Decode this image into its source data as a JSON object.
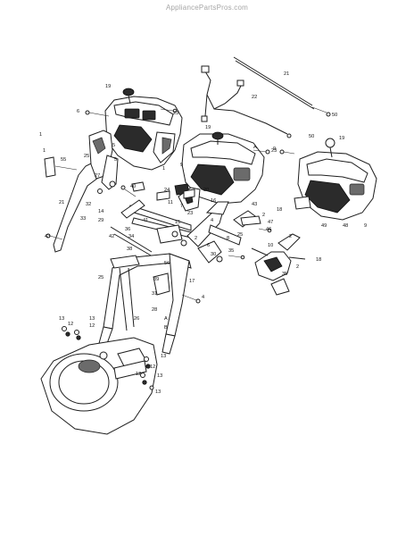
{
  "watermark": "AppliancePartsPros.com",
  "callouts": [
    {
      "key": "c1",
      "text": "1"
    },
    {
      "key": "c2",
      "text": "1"
    },
    {
      "key": "c3",
      "text": "1"
    },
    {
      "key": "c4",
      "text": "19"
    },
    {
      "key": "c5",
      "text": "6"
    },
    {
      "key": "c6",
      "text": "23"
    },
    {
      "key": "c7",
      "text": "21"
    },
    {
      "key": "c8",
      "text": "22"
    },
    {
      "key": "c9",
      "text": "50"
    },
    {
      "key": "c10",
      "text": "19"
    },
    {
      "key": "c11",
      "text": "50"
    },
    {
      "key": "c12",
      "text": "19"
    },
    {
      "key": "c13",
      "text": "55"
    },
    {
      "key": "c14",
      "text": "25"
    },
    {
      "key": "c15",
      "text": "5"
    },
    {
      "key": "c16",
      "text": "5"
    },
    {
      "key": "c17",
      "text": "27"
    },
    {
      "key": "c18",
      "text": "21"
    },
    {
      "key": "c19",
      "text": "33"
    },
    {
      "key": "c20",
      "text": "43"
    },
    {
      "key": "c21",
      "text": "32"
    },
    {
      "key": "c22",
      "text": "29"
    },
    {
      "key": "c23",
      "text": "14"
    },
    {
      "key": "c24",
      "text": "42"
    },
    {
      "key": "c25",
      "text": "40"
    },
    {
      "key": "c26",
      "text": "24"
    },
    {
      "key": "c27",
      "text": "11"
    },
    {
      "key": "c28",
      "text": "41"
    },
    {
      "key": "c29",
      "text": "36"
    },
    {
      "key": "c30",
      "text": "34"
    },
    {
      "key": "c31",
      "text": "38"
    },
    {
      "key": "c32",
      "text": "9"
    },
    {
      "key": "c33",
      "text": "20"
    },
    {
      "key": "c34",
      "text": "16"
    },
    {
      "key": "c35",
      "text": "23"
    },
    {
      "key": "c36",
      "text": "A"
    },
    {
      "key": "c37",
      "text": "9"
    },
    {
      "key": "c38",
      "text": "7"
    },
    {
      "key": "c39",
      "text": "23"
    },
    {
      "key": "c40",
      "text": "15"
    },
    {
      "key": "c41",
      "text": "4"
    },
    {
      "key": "c42",
      "text": "8"
    },
    {
      "key": "c43",
      "text": "2"
    },
    {
      "key": "c44",
      "text": "6"
    },
    {
      "key": "c45",
      "text": "30"
    },
    {
      "key": "c46",
      "text": "35"
    },
    {
      "key": "c47",
      "text": "25"
    },
    {
      "key": "c48",
      "text": "43"
    },
    {
      "key": "c49",
      "text": "2"
    },
    {
      "key": "c50",
      "text": "47"
    },
    {
      "key": "c51",
      "text": "46"
    },
    {
      "key": "c52",
      "text": "18"
    },
    {
      "key": "c53",
      "text": "2"
    },
    {
      "key": "c54",
      "text": "10"
    },
    {
      "key": "c55",
      "text": "18"
    },
    {
      "key": "c56",
      "text": "2"
    },
    {
      "key": "c57",
      "text": "35"
    },
    {
      "key": "c58",
      "text": "49"
    },
    {
      "key": "c59",
      "text": "48"
    },
    {
      "key": "c60",
      "text": "9"
    },
    {
      "key": "c61",
      "text": "25"
    },
    {
      "key": "c62",
      "text": "56"
    },
    {
      "key": "c63",
      "text": "39"
    },
    {
      "key": "c64",
      "text": "17"
    },
    {
      "key": "c65",
      "text": "4"
    },
    {
      "key": "c66",
      "text": "31"
    },
    {
      "key": "c67",
      "text": "26"
    },
    {
      "key": "c68",
      "text": "28"
    },
    {
      "key": "c69",
      "text": "A"
    },
    {
      "key": "c70",
      "text": "B"
    },
    {
      "key": "c71",
      "text": "13"
    },
    {
      "key": "c72",
      "text": "12"
    },
    {
      "key": "c73",
      "text": "13"
    },
    {
      "key": "c74",
      "text": "12"
    },
    {
      "key": "c75",
      "text": "13"
    },
    {
      "key": "c76",
      "text": "12"
    },
    {
      "key": "c77",
      "text": "13"
    },
    {
      "key": "c78",
      "text": "12"
    },
    {
      "key": "c79",
      "text": "13"
    }
  ]
}
